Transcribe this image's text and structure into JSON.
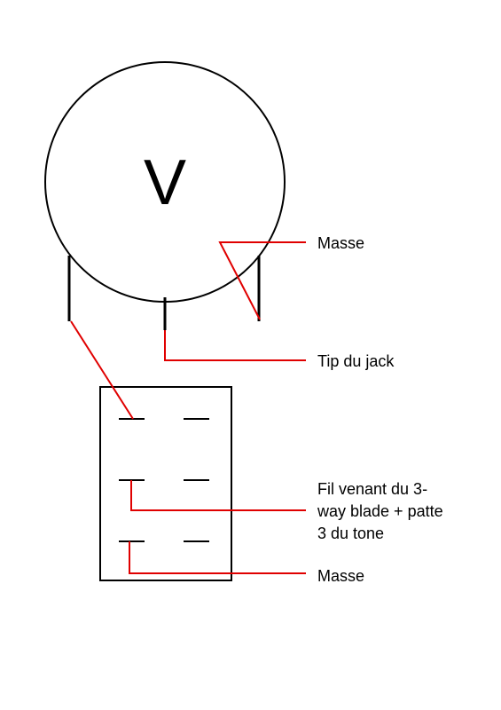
{
  "diagram": {
    "pot_letter": "V",
    "labels": {
      "masse_top": "Masse",
      "tip": "Tip du jack",
      "fil_line1": "Fil venant du 3-",
      "fil_line2": "way blade + patte",
      "fil_line3": "3 du tone",
      "masse_bottom": "Masse"
    },
    "colors": {
      "wire": "#e00000",
      "outline": "#000000",
      "background": "#ffffff"
    }
  }
}
